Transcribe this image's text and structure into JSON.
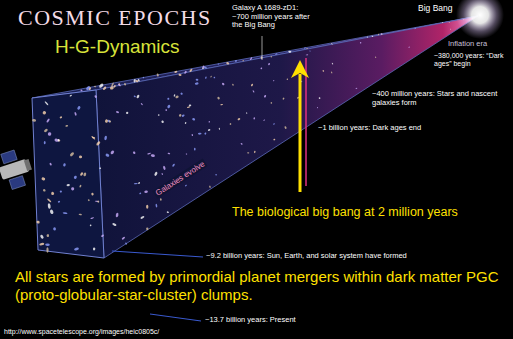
{
  "diagram": {
    "title": "COSMIC EPOCHS",
    "labels": [
      "H-G-Dynamics",
      "Galaxy A 1689-zD1: ~700 million years after the Big Bang",
      "Big Bang",
      "Inflation era",
      "~380,000 years: “Dark ages” begin",
      "~400 million years: Stars and nascent galaxies form",
      "~1 billion years: Dark ages end",
      "Galaxies evolve",
      "The biological big bang at 2 million years",
      "~9.2 billion years: Sun, Earth, and solar system have formed",
      "All stars are formed by primordial planet mergers within dark matter PGC (proto-globular-star-cluster) clumps.",
      "~13.7 billion years: Present",
      "http://www.spacetelescope.org/images/heic0805c/"
    ]
  }
}
